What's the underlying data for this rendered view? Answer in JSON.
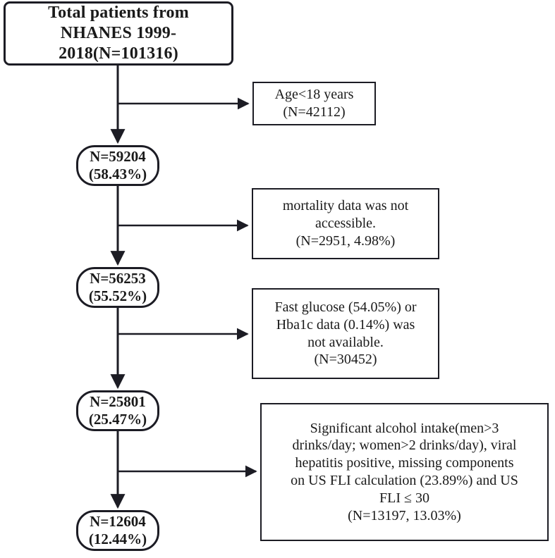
{
  "diagram": {
    "title": "NHANES participant selection flowchart",
    "stroke_color": "#1c1c24",
    "background": "#ffffff",
    "nodes": {
      "total": {
        "id": "total-patients",
        "lines": [
          "Total patients from",
          "NHANES 1999-",
          "2018(N=101316)"
        ],
        "n": 101316
      },
      "n59204": {
        "id": "cohort-59204",
        "lines": [
          "N=59204",
          "(58.43%)"
        ],
        "n": 59204,
        "percent": "58.43%"
      },
      "n56253": {
        "id": "cohort-56253",
        "lines": [
          "N=56253",
          "(55.52%)"
        ],
        "n": 56253,
        "percent": "55.52%"
      },
      "n25801": {
        "id": "cohort-25801",
        "lines": [
          "N=25801",
          "(25.47%)"
        ],
        "n": 25801,
        "percent": "25.47%"
      },
      "n12604": {
        "id": "cohort-12604",
        "lines": [
          "N=12604",
          "(12.44%)"
        ],
        "n": 12604,
        "percent": "12.44%"
      }
    },
    "exclusions": {
      "age": {
        "id": "exclusion-age",
        "lines": [
          "Age<18 years",
          "(N=42112)"
        ],
        "n": 42112
      },
      "mortality": {
        "id": "exclusion-mortality",
        "lines": [
          "mortality data was not",
          "accessible.",
          "(N=2951, 4.98%)"
        ],
        "n": 2951,
        "percent": "4.98%"
      },
      "glucose": {
        "id": "exclusion-glucose",
        "lines": [
          "Fast glucose (54.05%) or",
          "Hba1c data (0.14%) was",
          "not available.",
          "(N=30452)"
        ],
        "n": 30452
      },
      "alcohol": {
        "id": "exclusion-alcohol",
        "lines": [
          "Significant alcohol intake(men>3",
          "drinks/day; women>2 drinks/day), viral",
          "hepatitis positive, missing components",
          "on US FLI calculation (23.89%) and US",
          "FLI ≤ 30",
          "(N=13197, 13.03%)"
        ],
        "n": 13197,
        "percent": "13.03%"
      }
    }
  }
}
